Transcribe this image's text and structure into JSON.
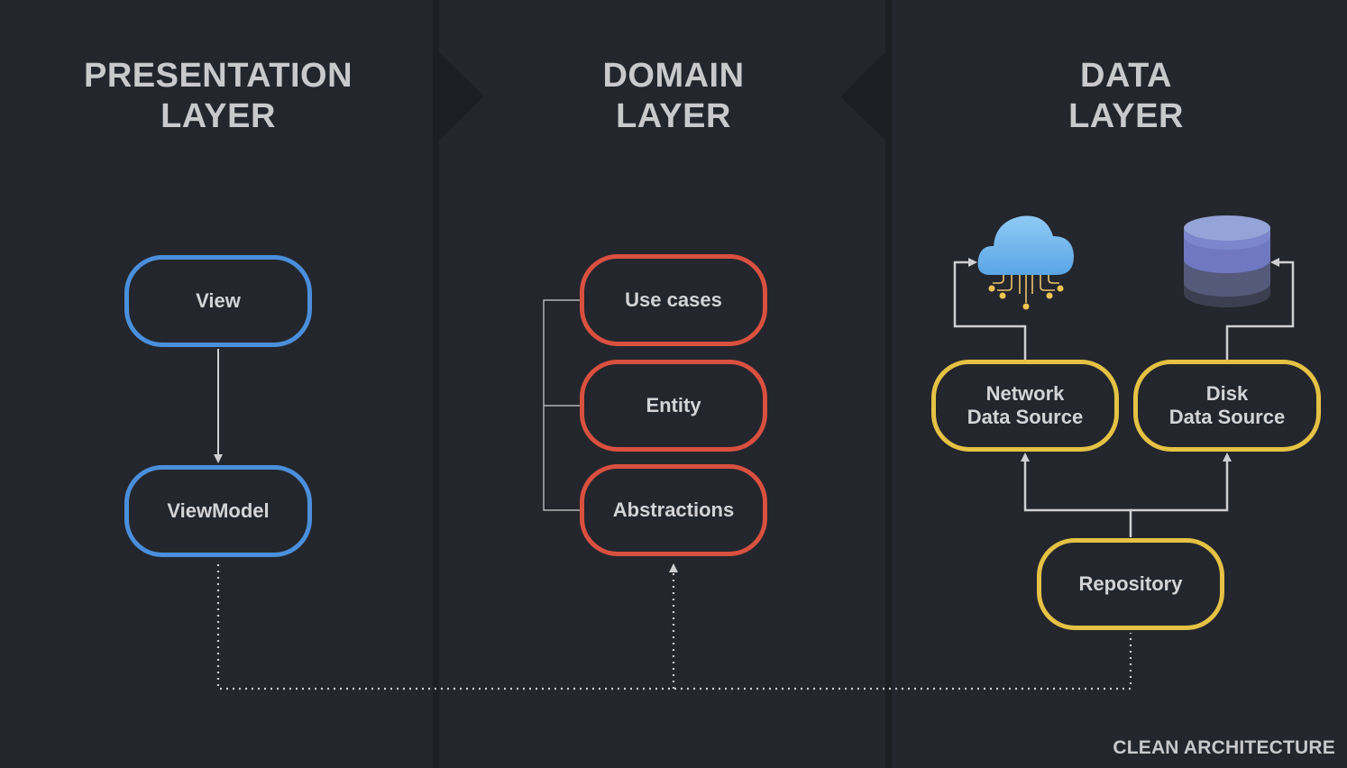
{
  "layers": [
    {
      "title_line1": "PRESENTATION",
      "title_line2": "LAYER"
    },
    {
      "title_line1": "DOMAIN",
      "title_line2": "LAYER"
    },
    {
      "title_line1": "DATA",
      "title_line2": "LAYER"
    }
  ],
  "presentation": {
    "view": "View",
    "viewmodel": "ViewModel"
  },
  "domain": {
    "use_cases": "Use cases",
    "entity": "Entity",
    "abstractions": "Abstractions"
  },
  "data": {
    "network_line1": "Network",
    "network_line2": "Data Source",
    "disk_line1": "Disk",
    "disk_line2": "Data Source",
    "repository": "Repository",
    "cloud_icon": "cloud-network-icon",
    "database_icon": "database-icon"
  },
  "footer": "CLEAN ARCHITECTURE",
  "colors": {
    "background": "#24262d",
    "presentation": "#4a8fdc",
    "domain": "#d9503f",
    "data": "#e5c244",
    "connector": "#cfcfd2"
  }
}
